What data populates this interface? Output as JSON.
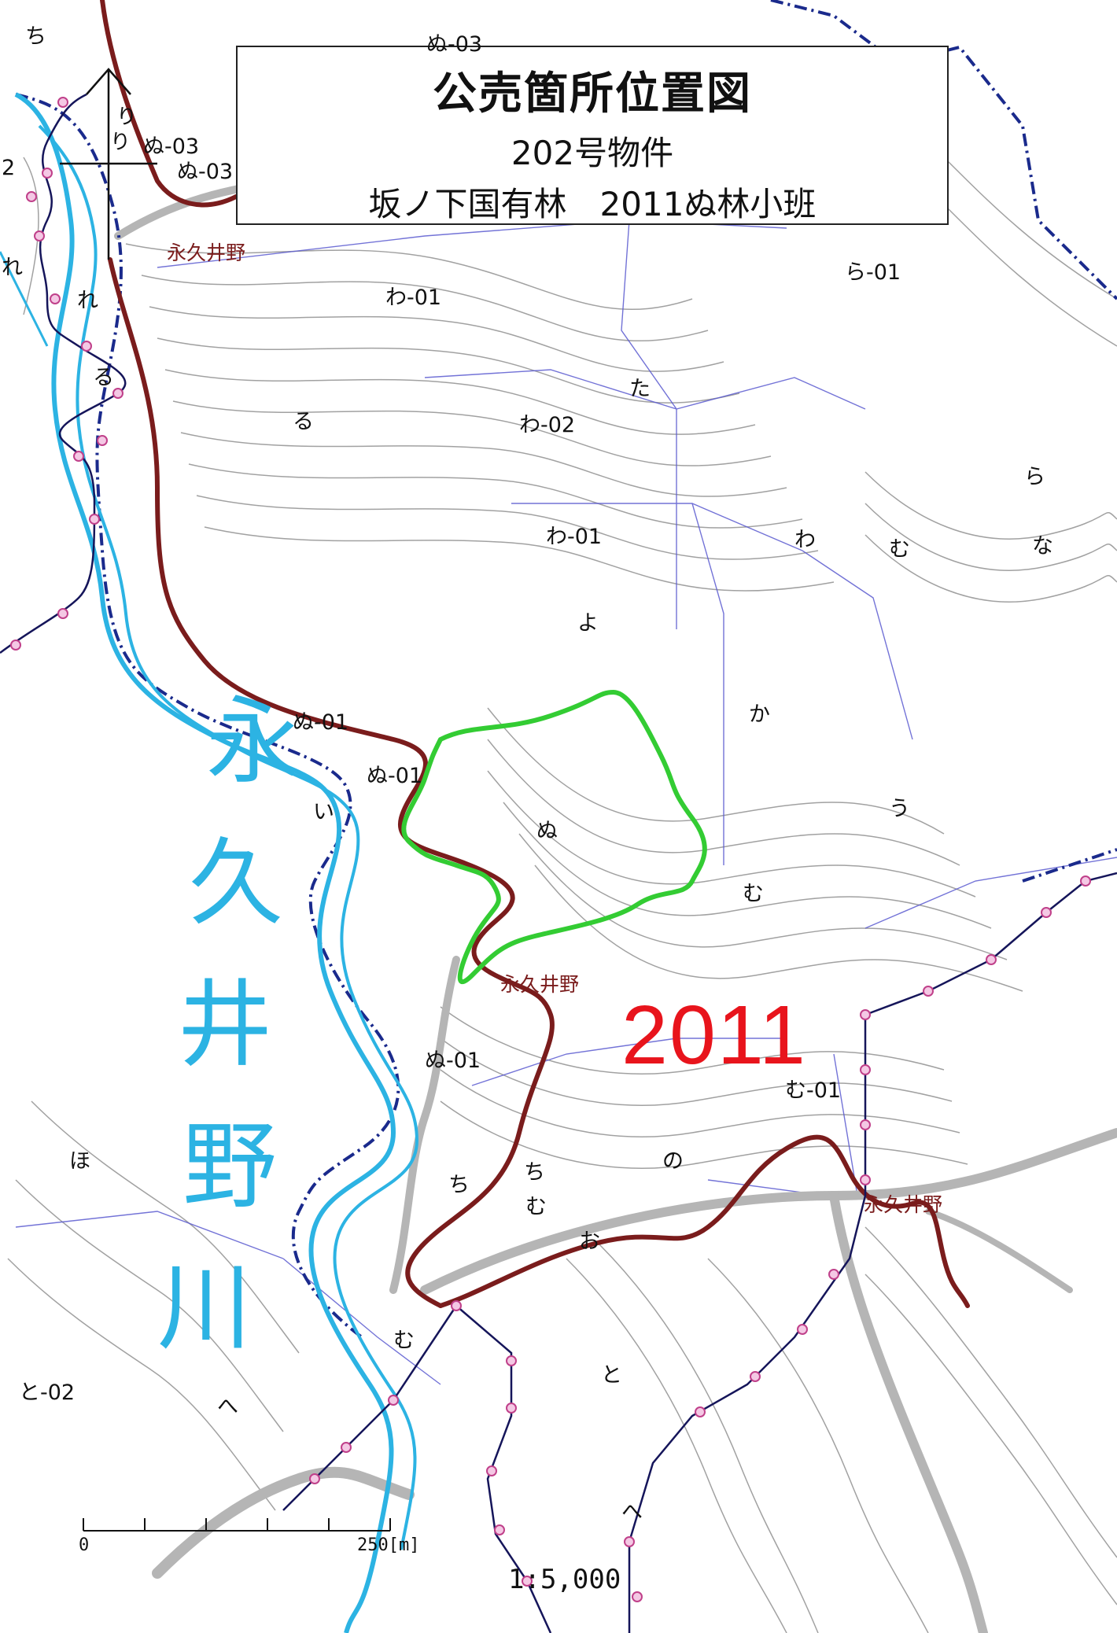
{
  "title": {
    "main": "公売箇所位置図",
    "item": "202号物件",
    "location": "坂ノ下国有林　2011ぬ林小班"
  },
  "highlight_number": "2011",
  "colors": {
    "stand_boundary": "#33cc33",
    "road": "#7a1c1c",
    "river": "#2cb3e3",
    "highlight": "#e8141c",
    "contour": "#777777",
    "boundary": "#1a1a8c"
  },
  "river_name": [
    "永",
    "久",
    "井",
    "野",
    "川"
  ],
  "road_labels": [
    "永久井野",
    "永久井野",
    "永久井野"
  ],
  "compass_labels": [
    "り",
    "り",
    "ぬ-03",
    "ぬ-03"
  ],
  "stand_labels": [
    "ち",
    "ぬ-03",
    "わ-01",
    "ら-01",
    "る",
    "た",
    "わ-02",
    "ら",
    "わ-01",
    "わ",
    "む",
    "な",
    "よ",
    "か",
    "ぬ-01",
    "ぬ-01",
    "ぬ",
    "う",
    "む",
    "ぬ-01",
    "む-01",
    "の",
    "ほ",
    "ち",
    "ち",
    "む",
    "お",
    "む",
    "と",
    "と-02",
    "へ",
    "へ",
    "れ",
    "れ",
    "る",
    "い",
    "2"
  ],
  "scale": {
    "start_label": "0",
    "end_label": "250[m]",
    "ratio": "1:5,000"
  }
}
